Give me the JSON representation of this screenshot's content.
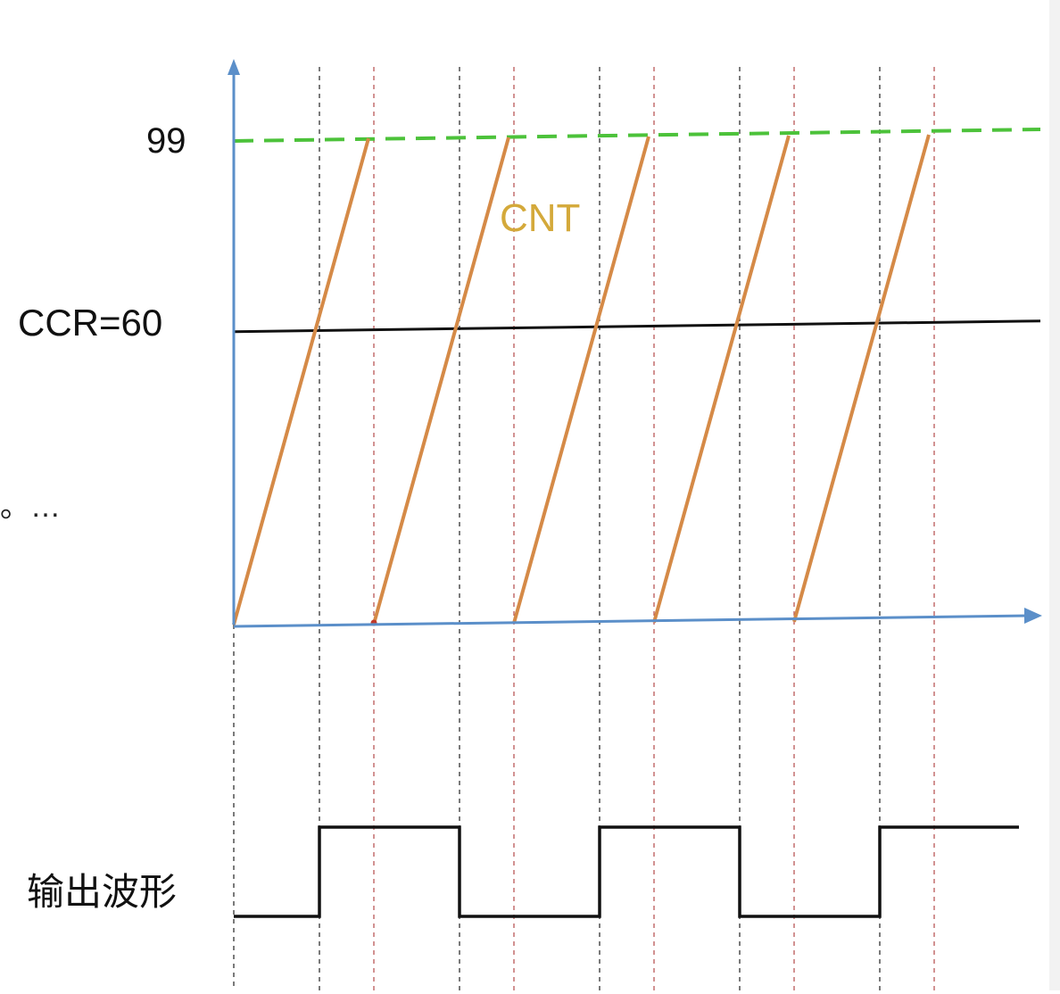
{
  "labels": {
    "top": "99",
    "ccr": "CCR=60",
    "output": "输出波形",
    "counter": "CNT",
    "side_fragment": "。…"
  },
  "diagram": {
    "arr_value": 99,
    "ccr_value": 60,
    "periods": 5,
    "output_levels": [
      0,
      1,
      0,
      1,
      0,
      1
    ],
    "colors": {
      "axis": "#5b8fc9",
      "ramp": "#d58a47",
      "arr_line": "#4cc23a",
      "ccr_line": "#111111",
      "guide_match": "#222222",
      "guide_reset": "#b44a4a",
      "output": "#111111"
    }
  }
}
